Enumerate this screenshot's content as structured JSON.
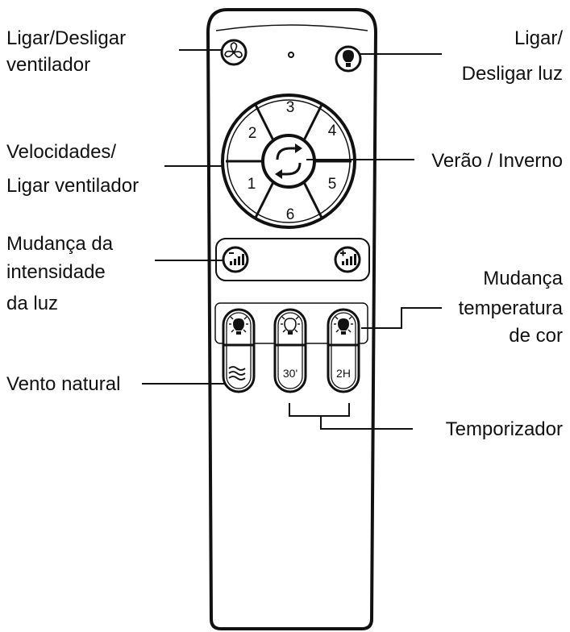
{
  "labels": {
    "fan_power": [
      "Ligar/Desligar",
      "ventilador"
    ],
    "light_power": [
      "Ligar/",
      "Desligar luz"
    ],
    "speeds": [
      "Velocidades/",
      "Ligar ventilador"
    ],
    "summer_winter": "Verão / Inverno",
    "dimmer": [
      "Mudança da",
      "intensidade",
      "da luz"
    ],
    "color_temp": [
      "Mudança",
      "temperatura",
      "de cor"
    ],
    "natural_wind": "Vento natural",
    "timer": "Temporizador"
  },
  "buttons": {
    "speed_numbers": [
      "1",
      "2",
      "3",
      "4",
      "5",
      "6"
    ],
    "timer_30": "30'",
    "timer_2h": "2H"
  }
}
